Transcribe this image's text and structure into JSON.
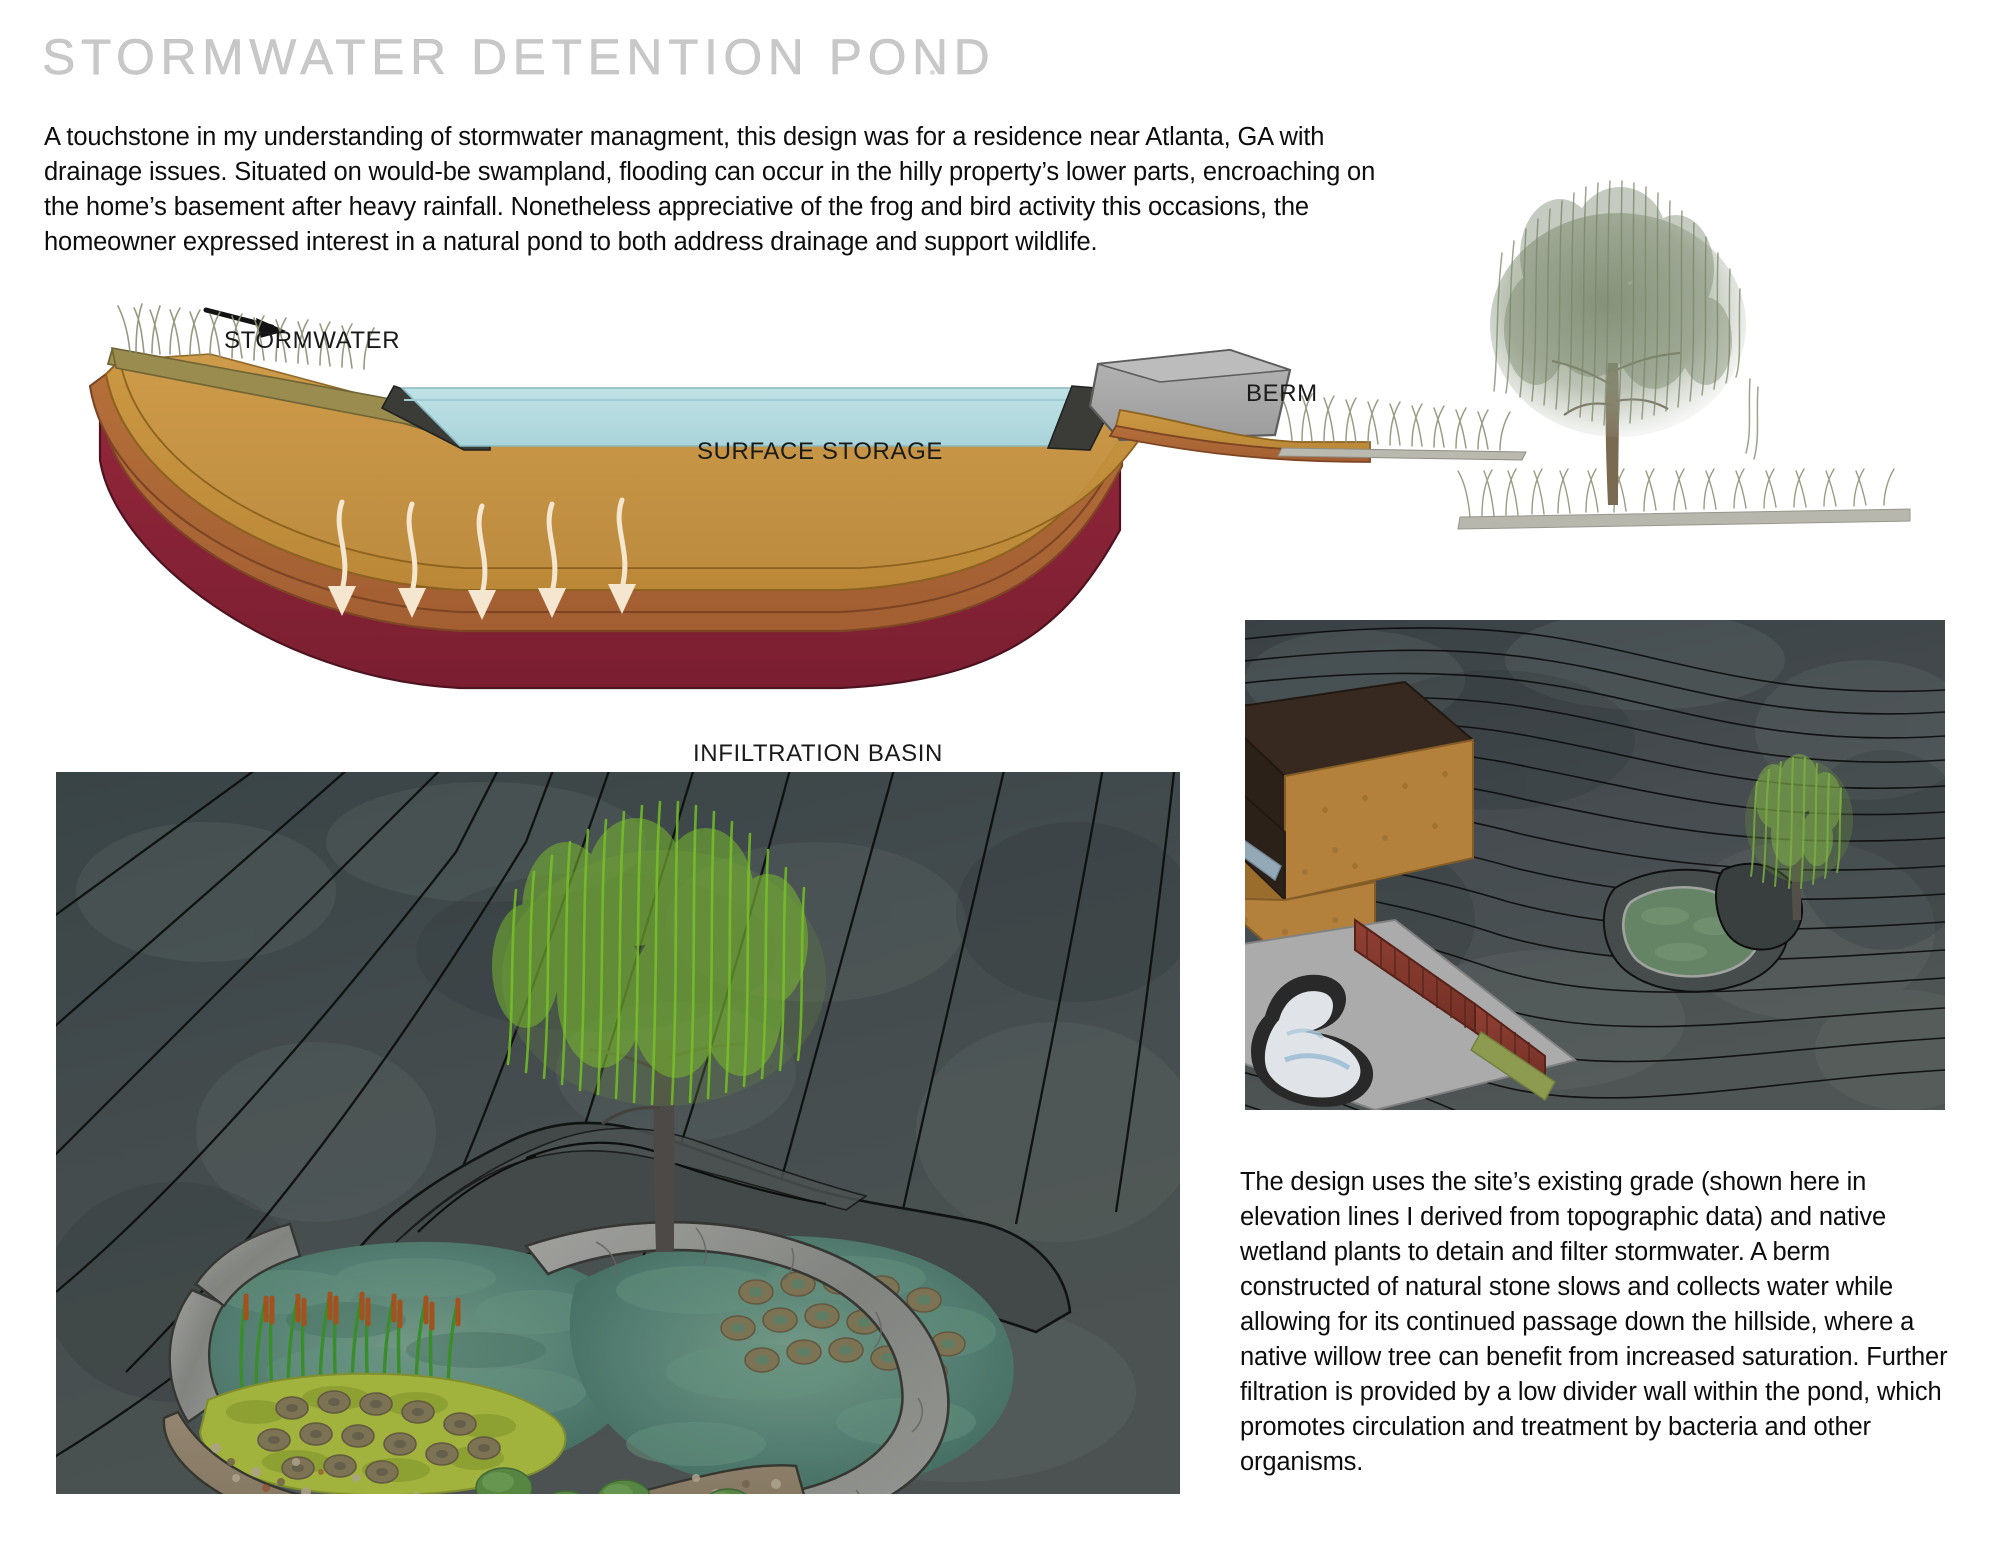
{
  "page": {
    "title": "STORMWATER DETENTION POND",
    "intro_paragraph": "A touchstone in my understanding of stormwater managment, this design was for a residence near Atlanta, GA with drainage issues. Situated on would-be swampland, flooding can occur in the hilly property’s lower parts, encroaching on the home’s basement after heavy rainfall. Nonetheless appreciative of the frog and bird activity this occasions, the homeowner expressed interest in a natural pond to both address drainage and support wildlife."
  },
  "diagram": {
    "labels": {
      "stormwater": "STORMWATER",
      "surface_storage": "SURFACE STORAGE",
      "berm": "BERM",
      "infiltration_basin": "INFILTRATION BASIN"
    },
    "flow_arrow": "stormwater-inflow-arrow",
    "infiltration_arrow_count": 5,
    "colors": {
      "water": "#b6dce0",
      "topsoil": "#9a8c4e",
      "upper_fill": "#c2903f",
      "mid_fill": "#b06a38",
      "sub_base": "#8e2437",
      "berm_stone": "#a8a8a8",
      "liner": "#3b3b38",
      "infiltration_arrow": "#f5e6cf",
      "grass": "#8e9278"
    }
  },
  "renders": {
    "pond_render": {
      "name": "pond-perspective-render",
      "colors": {
        "terrain": "#474f52",
        "contour_line": "#101010",
        "water": "#5e8d82",
        "stone_wall": "#9d9d99",
        "gravel": "#9d8c74",
        "cattail_stem": "#3f9b2e",
        "cattail_head": "#b5581f",
        "groundcover": "#b3c442",
        "lilypad": "#8a7d5c",
        "shrub": "#5f9348",
        "willow_foliage": "#7ecb2b",
        "willow_trunk": "#55504c",
        "berm_mound": "#4a5053"
      }
    },
    "site_render": {
      "name": "site-plan-render",
      "colors": {
        "terrain": "#4a5154",
        "contour_line": "#0e0e0e",
        "house_roof": "#3b2c20",
        "house_wall": "#c28b3f",
        "fence": "#8a3b2e",
        "pool_deck": "#b9b9b9",
        "pool_water": "#f2f7fb",
        "pool_coping": "#2c2c2c",
        "willow_foliage": "#7fb343",
        "pond_water": "#6d8f6c",
        "stone_edge": "#adb0ab"
      }
    }
  },
  "site_paragraph": "The design uses the site’s existing grade (shown here in elevation lines I derived from topographic data) and native wetland plants to detain and filter stormwater. A berm constructed of natural stone slows and collects water while allowing for its continued passage down the hillside, where a native willow tree can benefit from increased saturation. Further filtration is provided by a low divider wall within the pond, which promotes circulation and treatment by bacteria and other organisms."
}
